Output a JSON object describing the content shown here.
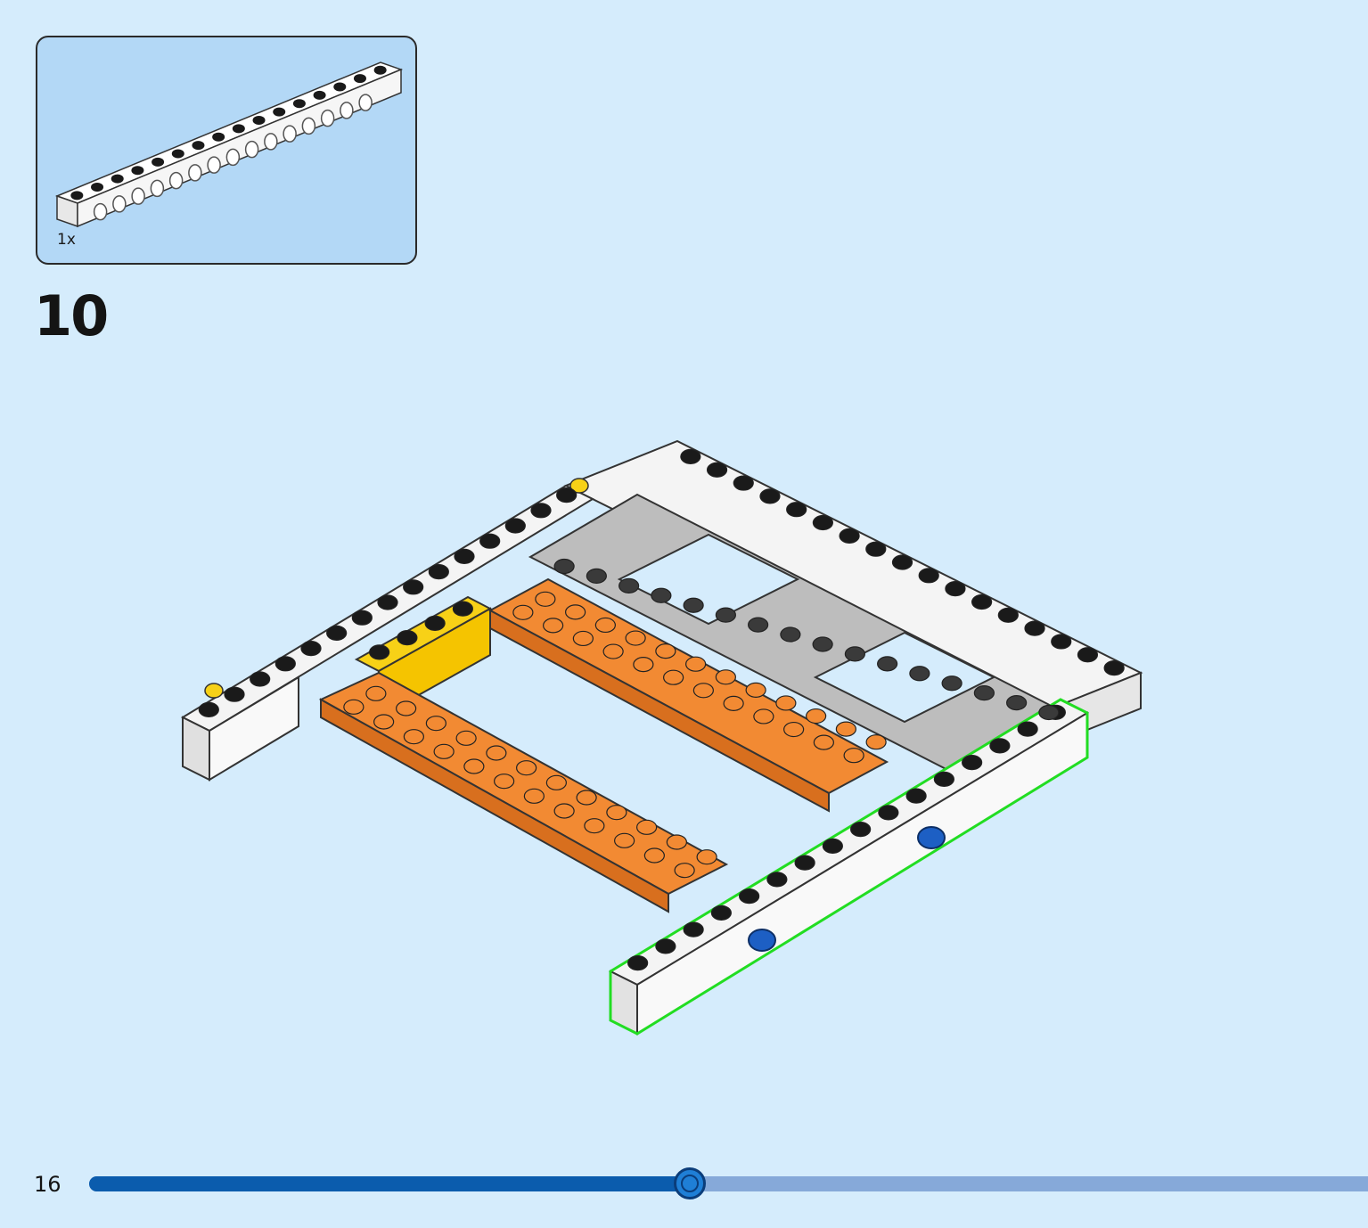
{
  "callout": {
    "part_icon": "white-technic-beam-icon",
    "quantity": "1x"
  },
  "step": {
    "number": "10",
    "model_icon": "brick-assembly-illustration"
  },
  "footer": {
    "page_number": "16",
    "progress_fraction": 0.47
  },
  "colors": {
    "background": "#d5ecfc",
    "callout_bg": "#b3d8f6",
    "progress_fill": "#0b5cad",
    "progress_track": "#86a9d9",
    "highlight": "#22dd22",
    "white_brick": "#f4f4f4",
    "orange_brick": "#f28a33",
    "yellow_brick": "#f7d117",
    "grey_brick": "#c8c8c8",
    "blue_pin": "#1d5fc4"
  }
}
